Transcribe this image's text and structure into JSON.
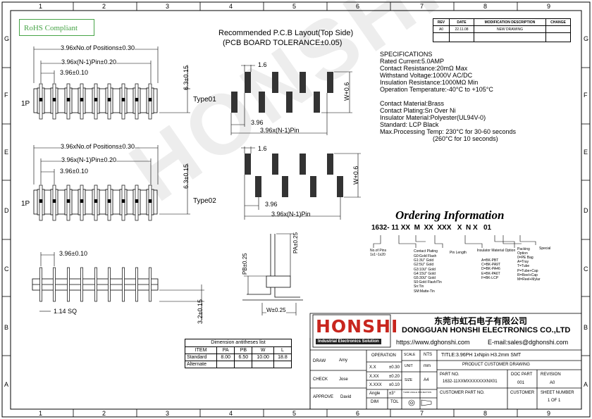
{
  "border": {
    "columns": [
      "1",
      "2",
      "3",
      "4",
      "5",
      "6",
      "7",
      "8",
      "9"
    ],
    "rows": [
      "G",
      "F",
      "E",
      "D",
      "C",
      "B",
      "A"
    ]
  },
  "rohs": "RoHS Compliant",
  "watermark": "HONSHI",
  "revision_table": {
    "headers": [
      "REV",
      "DATE",
      "MODIFICATION DESCRIPTION",
      "CHANGE"
    ],
    "row": [
      "A0",
      "22.11.08",
      "NEW DRAWING",
      ""
    ]
  },
  "pcb_title": {
    "line1": "Recommended P.C.B Layout(Top Side)",
    "line2": "(PCB BOARD TOLERANCE±0.05)"
  },
  "type01": {
    "dim1": "3.96xNo.of Positions±0.30",
    "dim2": "3.96x(N-1)Pin±0.20",
    "dim3": "3.96±0.10",
    "dim_h": "6.3±0.15",
    "label": "Type01",
    "pin1": "1P"
  },
  "type02": {
    "dim1": "3.96xNo.of Positions±0.30",
    "dim2": "3.96x(N-1)Pin±0.20",
    "dim3": "3.96±0.10",
    "dim_h": "6.3±0.15",
    "label": "Type02",
    "pin1": "1P"
  },
  "pcb1": {
    "d1": "1.6",
    "d2": "3.96",
    "d3": "3.96x(N-1)Pin",
    "w": "W+0.6"
  },
  "pcb2": {
    "d1": "1.6",
    "d2": "3.96",
    "d3": "3.96x(N-1)Pin",
    "w": "W+0.6"
  },
  "side": {
    "pitch": "3.96±0.10",
    "sq": "1.14 SQ",
    "h": "3.2±0.15"
  },
  "detail": {
    "pa": "PA±0.25",
    "pb": "PB±0.25",
    "w": "W±0.25"
  },
  "specs": [
    "SPECIFICATIONS",
    "Rated Current:5.0AMP",
    "Contact Resistance:20mΩ Max",
    "Withstand Voltage:1000V AC/DC",
    "Insulation Resistance:1000MΩ Min",
    "Operation Temperature:-40°C to +105°C",
    "",
    "Contact Material:Brass",
    "Contact Plating:Sn Over Ni",
    "Insulator Material:Polyester(UL94V-0)",
    "Standard:   LCP Black",
    "Max.Processing Temp: 230°C for 30-60 seconds",
    "                              (260°C for 10 seconds)"
  ],
  "ordering": {
    "title": "Ordering Information",
    "code": "1632- 11 XX  M  XX  XXX   X  N X   01",
    "no_pins": "No.of Pins\n1x1~1x20",
    "plating_title": "Contact Plating",
    "plating": [
      "G0:Gold Flash",
      "G1:3U\" Gold",
      "G2:5U\" Gold",
      "G3:10U\" Gold",
      "G4:15U\" Gold",
      "G5:30U\" Gold",
      "S0:Gold Flash/Tin",
      "Sn:Tin",
      "SM:Matte-Tin"
    ],
    "pin_length": "Pin Length",
    "insulator_title": "Insulator Material Option",
    "insulator": [
      "A=BK-PBT",
      "C=BK-PA9T",
      "D=BK-PA46",
      "E=BK-PA6T",
      "F=BK-LCP"
    ],
    "packing_title": "Packing Option",
    "packing": [
      "0=PE Bag",
      "A=Tray",
      "T=Tube",
      "P=Tube+Cap",
      "R=Reel+Cap",
      "M=Reel+Mylar"
    ],
    "special": "Special"
  },
  "company": {
    "cn": "东莞市虹石电子有限公司",
    "en": "DONGGUAN HONSHI ELECTRONICS CO.,LTD",
    "web": "https://www.dghonshi.com",
    "email": "E-mail:sales@dghonshi.com",
    "logo": "HONSHI",
    "logo_sub": "Industrial Electronics Solution"
  },
  "dimension_table": {
    "title": "Dimension antitheses list",
    "headers": [
      "ITEM",
      "PA",
      "PB",
      "W",
      "L"
    ],
    "rows": [
      [
        "Standard",
        "8.00",
        "6.50",
        "10.00",
        "18.8"
      ],
      [
        "Alternate",
        "",
        "",
        "",
        ""
      ]
    ]
  },
  "title_block": {
    "draw": "DRAW",
    "draw_name": "Amy",
    "check": "CHECK",
    "check_name": "Jose",
    "approve": "APPROVE",
    "approve_name": "David",
    "operation": "OPERATION",
    "tol": [
      [
        "X.X",
        "±0.30"
      ],
      [
        "X.XX",
        "±0.20"
      ],
      [
        "X.XXX",
        "±0.10"
      ],
      [
        "Angle",
        "±3°"
      ]
    ],
    "dim": "DIM",
    "tol_label": "TOL",
    "scale": "SCALE",
    "scale_val": "NTS",
    "unit": "UNIT",
    "unit_val": "mm",
    "size": "SIZE",
    "size_val": "A4",
    "proj": "THIRD ANGLE PROJECTION",
    "title": "TITLE:3.96PH  1xNpin  H3.2mm  SMT",
    "drawing": "PRODUCT CUSTOMER DRAWING",
    "part_no_label": "PART NO.",
    "part_no": "1632-11XXMXXXXXXXNX01",
    "doc_part": "DOC PART",
    "doc_part_val": "001",
    "revision": "REVISION",
    "revision_val": "A0",
    "customer_part": "CUSTOMER PART NO.",
    "customer": "CUSTOMER",
    "sheet": "SHEET NUMBER",
    "sheet_val": "1 OF 1"
  }
}
